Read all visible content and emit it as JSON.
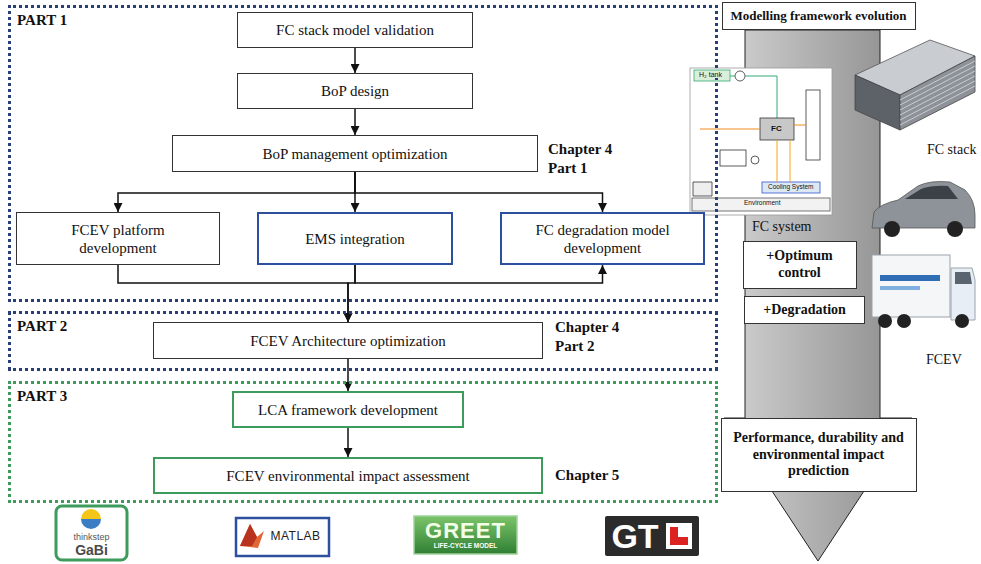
{
  "diagram": {
    "nodes": [
      {
        "text": [
          "PART 1"
        ]
      },
      {
        "text": [
          "FC stack model validation"
        ],
        "in": 0
      },
      {
        "text": [
          "BoP design"
        ],
        "in": 0
      },
      {
        "text": [
          "BoP management optimization"
        ],
        "in": 0
      },
      {
        "text": [
          "FCEV platform development"
        ],
        "in": 0
      },
      {
        "text": [
          "EMS integration"
        ],
        "in": 0
      },
      {
        "text": [
          "FC degradation model development"
        ],
        "in": 0
      },
      {
        "text": [
          "PART 2"
        ]
      },
      {
        "text": [
          "FCEV Architecture optimization"
        ],
        "in": 7
      },
      {
        "text": [
          "PART 3"
        ]
      },
      {
        "text": [
          "LCA framework development"
        ],
        "in": 9
      },
      {
        "text": [
          "FCEV environmental impact assessment"
        ],
        "in": 9
      },
      {
        "text": [
          "Modelling framework evolution"
        ]
      },
      {
        "text": [
          "+Optimum control"
        ]
      },
      {
        "text": [
          "+Degradation"
        ]
      },
      {
        "text": [
          "Performance, durability and environmental impact prediction"
        ]
      },
      {
        "text": [
          "thinkstep",
          "GaBi"
        ]
      },
      {
        "text": [
          "MATLAB"
        ]
      },
      {
        "text": [
          "GREET",
          "LIFE-CYCLE MODEL"
        ]
      },
      {
        "text": [
          "GT"
        ]
      }
    ],
    "edges": [
      {
        "from": 1,
        "to": 2,
        "arrow": "to"
      },
      {
        "from": 2,
        "to": 3,
        "arrow": "to"
      },
      {
        "from": 3,
        "to": 4,
        "arrow": "to"
      },
      {
        "from": 3,
        "to": 5,
        "arrow": "to"
      },
      {
        "from": 3,
        "to": 6,
        "arrow": "to"
      },
      {
        "from": 4,
        "to": 8,
        "arrow": "to"
      },
      {
        "from": 5,
        "to": 8,
        "arrow": "to"
      },
      {
        "from": 5,
        "to": 6,
        "arrow": "to"
      },
      {
        "from": 8,
        "to": 10,
        "arrow": "to"
      },
      {
        "from": 10,
        "to": 11,
        "arrow": "to"
      }
    ],
    "labels": [
      "Chapter 4 Part 1",
      "Chapter 4 Part 2",
      "Chapter 5",
      "FC stack",
      "FC system",
      "FCEV",
      "H₂ tank",
      "FC",
      "Cooling System",
      "Environment"
    ]
  }
}
